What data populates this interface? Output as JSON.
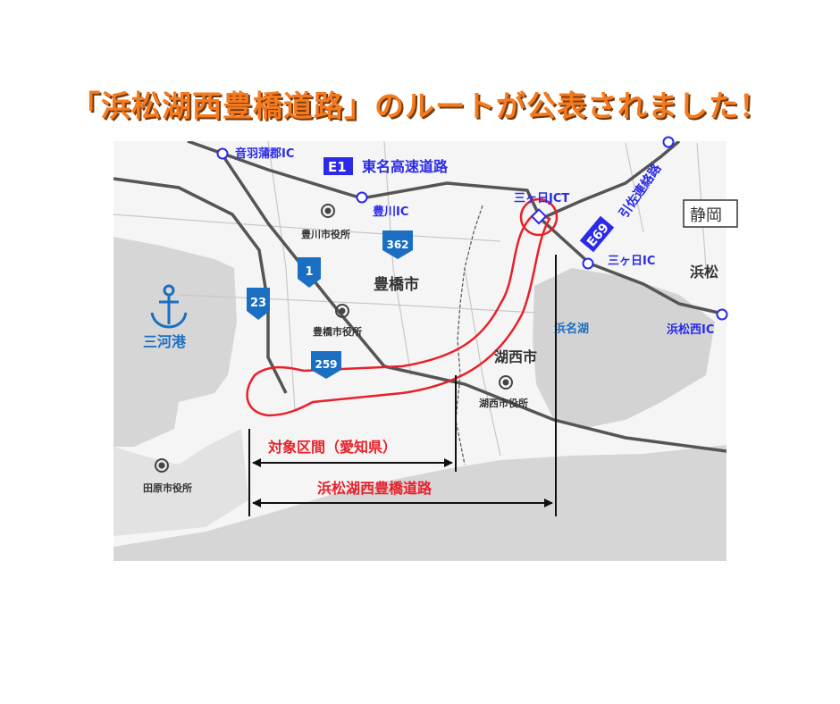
{
  "title": "「浜松湖西豊橋道路」のルートが公表されました！",
  "map": {
    "colors": {
      "route": "#e8202a",
      "ic": "#2a2ae8",
      "sea": "#d6d6d6",
      "road": "#555555",
      "title": "#f47a20",
      "port": "#1b6fc2"
    },
    "labels": {
      "otowa_ic": "音羽蒲郡IC",
      "e1_badge": "E1",
      "tomei": "東名高速道路",
      "toyokawa_ic": "豊川IC",
      "toyokawa_office": "豊川市役所",
      "mikkabi_jct": "三ヶ日JCT",
      "e69_badge": "E69",
      "hikisa": "引佐連絡路",
      "shizuoka": "静岡",
      "mikkabi_ic": "三ヶ日IC",
      "hamamatsu": "浜松",
      "hamamatsunishi_ic": "浜松西IC",
      "hamanako": "浜名湖",
      "toyohashi_city": "豊橋市",
      "toyohashi_office": "豊橋市役所",
      "kosai_city": "湖西市",
      "kosai_office": "湖西市役所",
      "mikawa_port": "三河港",
      "tahara_office": "田原市役所",
      "route_1": "1",
      "route_23": "23",
      "route_362": "362",
      "route_259": "259",
      "target_section": "対象区間（愛知県）",
      "road_name": "浜松湖西豊橋道路"
    }
  }
}
